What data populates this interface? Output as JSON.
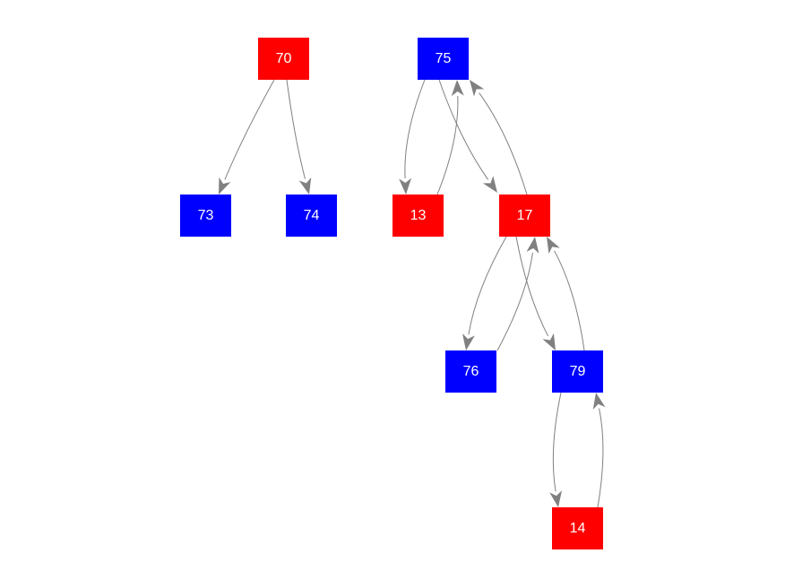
{
  "colors": {
    "red": "#ff0000",
    "blue": "#0000ff",
    "edge": "#808080",
    "label": "#ffffff"
  },
  "nodes": [
    {
      "id": "70",
      "label": "70",
      "color": "red"
    },
    {
      "id": "75",
      "label": "75",
      "color": "blue"
    },
    {
      "id": "73",
      "label": "73",
      "color": "blue"
    },
    {
      "id": "74",
      "label": "74",
      "color": "blue"
    },
    {
      "id": "13",
      "label": "13",
      "color": "red"
    },
    {
      "id": "17",
      "label": "17",
      "color": "red"
    },
    {
      "id": "76",
      "label": "76",
      "color": "blue"
    },
    {
      "id": "79",
      "label": "79",
      "color": "blue"
    },
    {
      "id": "14",
      "label": "14",
      "color": "red"
    }
  ],
  "edges": [
    {
      "from": "70",
      "to": "73"
    },
    {
      "from": "70",
      "to": "74"
    },
    {
      "from": "75",
      "to": "13"
    },
    {
      "from": "13",
      "to": "75"
    },
    {
      "from": "75",
      "to": "17"
    },
    {
      "from": "17",
      "to": "75"
    },
    {
      "from": "17",
      "to": "76"
    },
    {
      "from": "76",
      "to": "17"
    },
    {
      "from": "17",
      "to": "79"
    },
    {
      "from": "79",
      "to": "17"
    },
    {
      "from": "79",
      "to": "14"
    },
    {
      "from": "14",
      "to": "79"
    }
  ]
}
